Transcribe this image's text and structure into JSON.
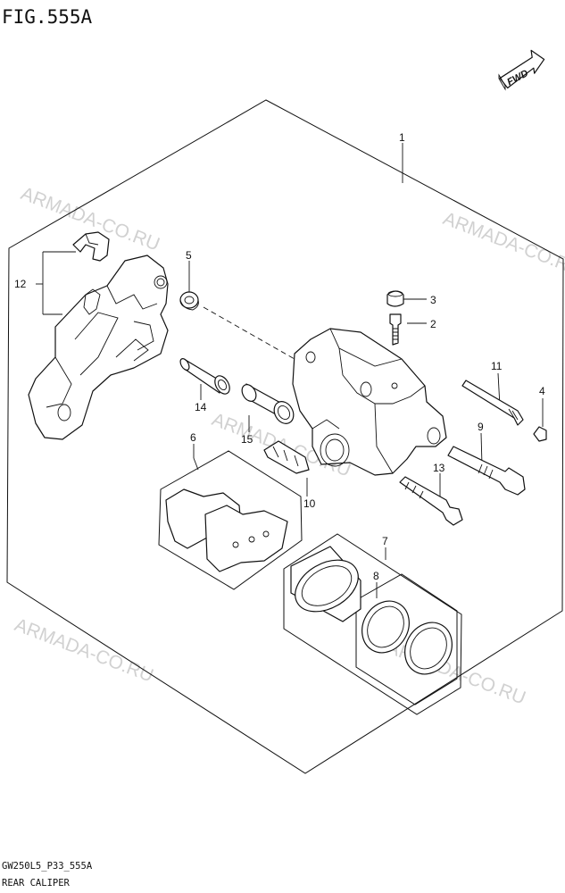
{
  "figure": {
    "title": "FIG.555A",
    "model_code": "GW250L5_P33_555A",
    "caption": "REAR CALIPER"
  },
  "direction_marker": {
    "label": "FWD",
    "icon": "fwd-arrow-icon"
  },
  "watermark": "ARMADA-CO.RU",
  "callouts": [
    {
      "id": "1",
      "label": "1"
    },
    {
      "id": "2",
      "label": "2"
    },
    {
      "id": "3",
      "label": "3"
    },
    {
      "id": "4",
      "label": "4"
    },
    {
      "id": "5",
      "label": "5"
    },
    {
      "id": "6",
      "label": "6"
    },
    {
      "id": "7",
      "label": "7"
    },
    {
      "id": "8",
      "label": "8"
    },
    {
      "id": "9",
      "label": "9"
    },
    {
      "id": "10",
      "label": "10"
    },
    {
      "id": "11",
      "label": "11"
    },
    {
      "id": "12",
      "label": "12"
    },
    {
      "id": "13",
      "label": "13"
    },
    {
      "id": "14",
      "label": "14"
    },
    {
      "id": "15",
      "label": "15"
    }
  ]
}
